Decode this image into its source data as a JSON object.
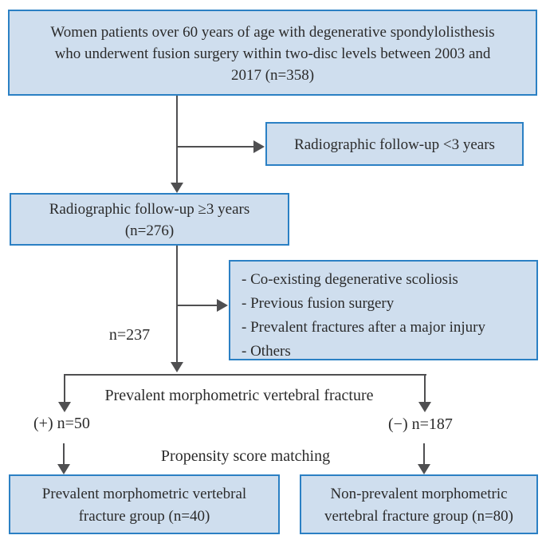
{
  "figure": {
    "colors": {
      "box_fill": "#cfdeee",
      "box_border": "#2b80c4",
      "arrow": "#4f4f51",
      "text": "#2b2b2b"
    },
    "nodes": {
      "population": {
        "lines": [
          "Women patients over 60 years of age with degenerative spondylolisthesis",
          "who underwent fusion surgery within two-disc levels between 2003 and",
          "2017 (n=358)"
        ]
      },
      "excluded_followup": {
        "label": "Radiographic follow-up <3 years"
      },
      "followup": {
        "lines": [
          "Radiographic follow-up ≥3 years",
          "(n=276)"
        ]
      },
      "exclusions": {
        "lines": [
          "- Co-existing degenerative scoliosis",
          "- Previous fusion surgery",
          "- Prevalent fractures after a major injury",
          "- Others"
        ]
      },
      "group_prevalent": {
        "lines": [
          "Prevalent morphometric vertebral",
          "fracture group (n=40)"
        ]
      },
      "group_non_prevalent": {
        "lines": [
          "Non-prevalent morphometric",
          "vertebral fracture group (n=80)"
        ]
      }
    },
    "labels": {
      "n_237": "n=237",
      "fracture_split": "Prevalent morphometric vertebral fracture",
      "plus_n_50": "(+) n=50",
      "minus_n_187": "(−) n=187",
      "propensity": "Propensity score matching"
    }
  }
}
